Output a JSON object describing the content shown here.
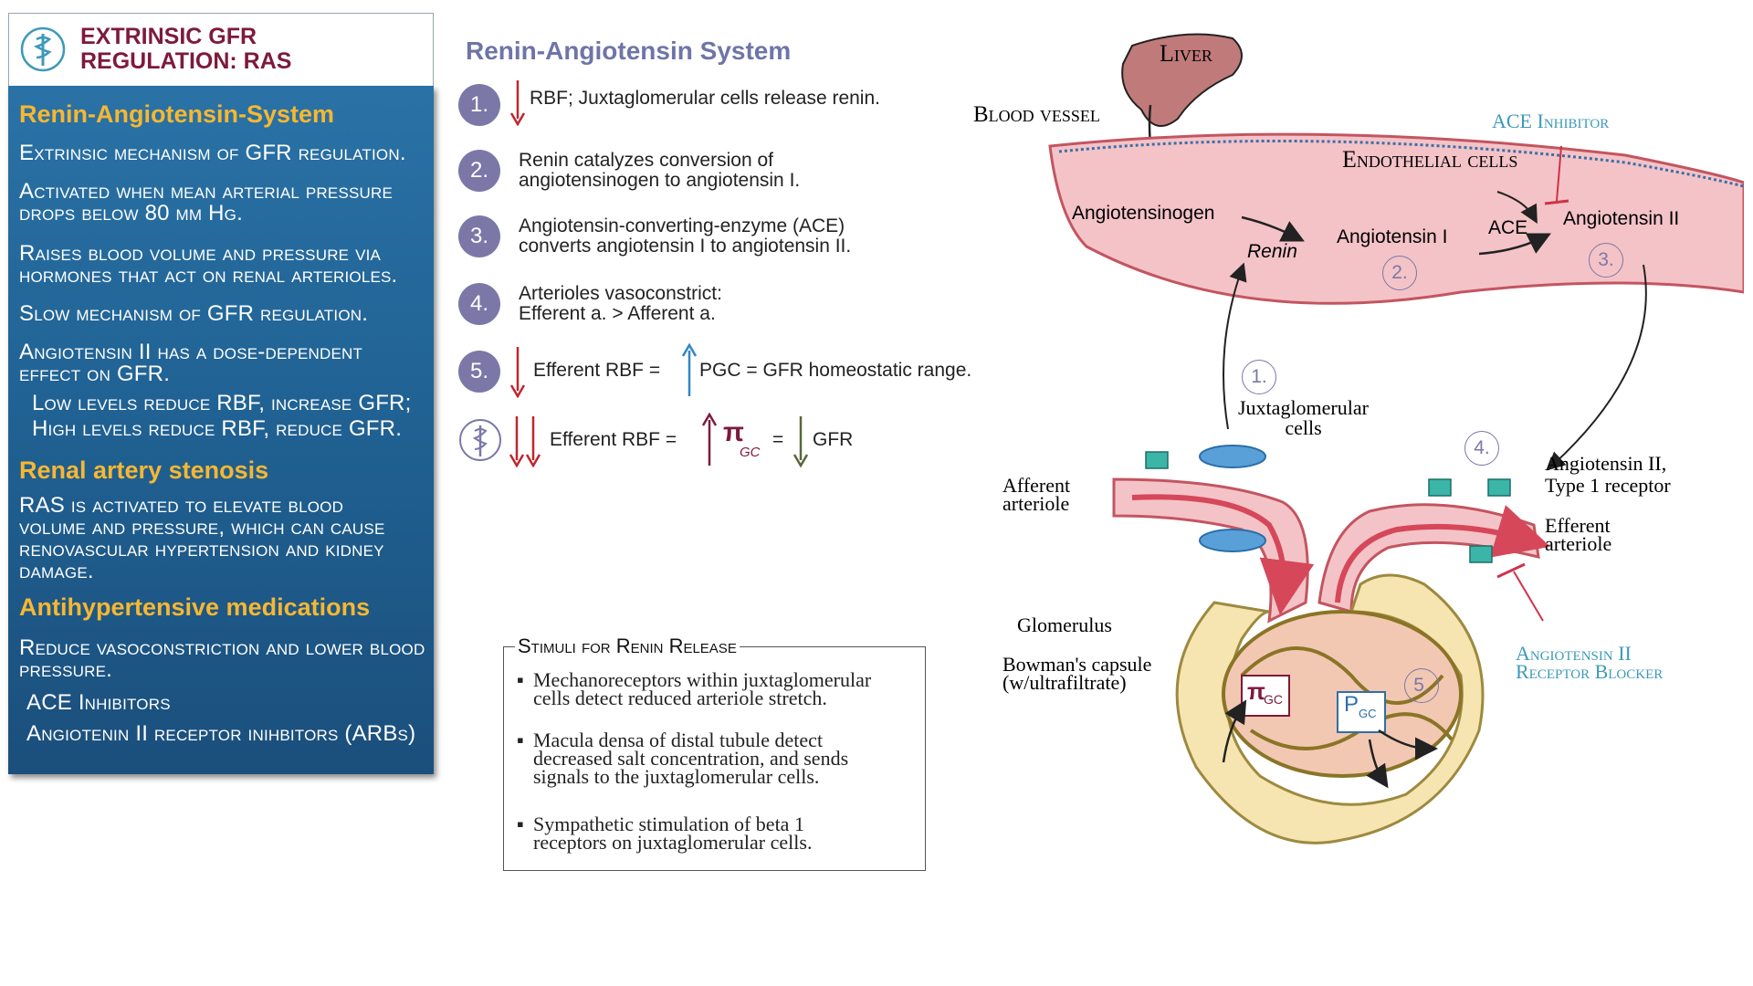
{
  "panel": {
    "title_line1": "EXTRINSIC GFR",
    "title_line2": "REGULATION: RAS",
    "sections": [
      {
        "heading": "Renin-Angiotensin-System"
      },
      {
        "heading": "Renal artery stenosis"
      },
      {
        "heading": "Antihypertensive medications"
      }
    ],
    "lines": {
      "ras1": "Extrinsic mechanism of GFR regulation.",
      "ras2a": "Activated when mean arterial pressure",
      "ras2b": "drops below 80 mm Hg.",
      "ras3a": "Raises blood volume and pressure via",
      "ras3b": "hormones that act on renal arterioles.",
      "ras4": "Slow mechanism of GFR regulation.",
      "ras5a": "Angiotensin II has a dose-dependent",
      "ras5b": "effect on GFR.",
      "ras6": "Low levels reduce RBF, increase GFR;",
      "ras7": "High levels reduce RBF, reduce GFR.",
      "ras_st1": "RAS is activated to elevate blood",
      "ras_st2": "volume and pressure, which can cause",
      "ras_st3": "renovascular hypertension and kidney",
      "ras_st4": "damage.",
      "med1": "Reduce vasoconstriction and lower blood",
      "med2": "pressure.",
      "med3": "ACE Inhibitors",
      "med4": "Angiotenin II receptor inihbitors (ARBs)"
    }
  },
  "steps": {
    "title": "Renin-Angiotensin System",
    "items": [
      {
        "num": "1.",
        "line1": "RBF; Juxtaglomerular cells release renin.",
        "line2": ""
      },
      {
        "num": "2.",
        "line1": "Renin catalyzes conversion of",
        "line2": "angiotensinogen to angiotensin I."
      },
      {
        "num": "3.",
        "line1": "Angiotensin-converting-enzyme (ACE)",
        "line2": "converts angiotensin I to angiotensin II."
      },
      {
        "num": "4.",
        "line1": "Arterioles vasoconstrict:",
        "line2": "Efferent a. > Afferent a."
      },
      {
        "num": "5.",
        "line1": "Efferent RBF =",
        "line2": "PGC = GFR homeostatic range."
      }
    ],
    "high_dose": {
      "part1": "Efferent RBF =",
      "symbol": "π",
      "sub": "GC",
      "eq": "=",
      "part2": "GFR"
    }
  },
  "stimuli": {
    "title": "Stimuli for Renin Release",
    "bullet": "▪",
    "items": [
      {
        "l1": "Mechanoreceptors within juxtaglomerular",
        "l2": "cells detect reduced arteriole stretch.",
        "l3": ""
      },
      {
        "l1": "Macula densa of distal tubule detect",
        "l2": "decreased salt concentration, and sends",
        "l3": "signals to the juxtaglomerular cells."
      },
      {
        "l1": "Sympathetic stimulation of beta 1",
        "l2": "receptors on juxtaglomerular cells.",
        "l3": ""
      }
    ]
  },
  "diagram": {
    "liver": "Liver",
    "blood_vessel": "Blood vessel",
    "ace_inhibitor": "ACE Inhibitor",
    "endothelial": "Endothelial cells",
    "angiotensinogen": "Angiotensinogen",
    "renin": "Renin",
    "angiotensin1": "Angiotensin I",
    "ace": "ACE",
    "angiotensin2": "Angiotensin II",
    "num1": "1.",
    "num2": "2.",
    "num3": "3.",
    "num4": "4.",
    "num5": "5.",
    "jg1": "Juxtaglomerular",
    "jg2": "cells",
    "aff1": "Afferent",
    "aff2": "arteriole",
    "at1r1": "Angiotensin II,",
    "at1r2": "Type 1 receptor",
    "eff1": "Efferent",
    "eff2": "arteriole",
    "glomerulus": "Glomerulus",
    "bowman1": "Bowman's capsule",
    "bowman2": "(w/ultrafiltrate)",
    "arb1": "Angiotensin II",
    "arb2": "Receptor Blocker",
    "pi": "π",
    "pi_sub": "GC",
    "p": "P",
    "p_sub": "GC"
  },
  "colors": {
    "title_maroon": "#7d1a3a",
    "panel_blue": "#1f5f90",
    "heading_gold": "#f7b731",
    "badge_purple": "#7b78a8",
    "down_red": "#c0262d",
    "up_blue": "#2f86c6",
    "teal": "#3d9ab8",
    "vessel_pink": "#f4c3c7"
  },
  "icons": [
    "caduceus-icon",
    "down-arrow-icon",
    "up-arrow-icon",
    "liver-icon",
    "receptor-icon"
  ]
}
